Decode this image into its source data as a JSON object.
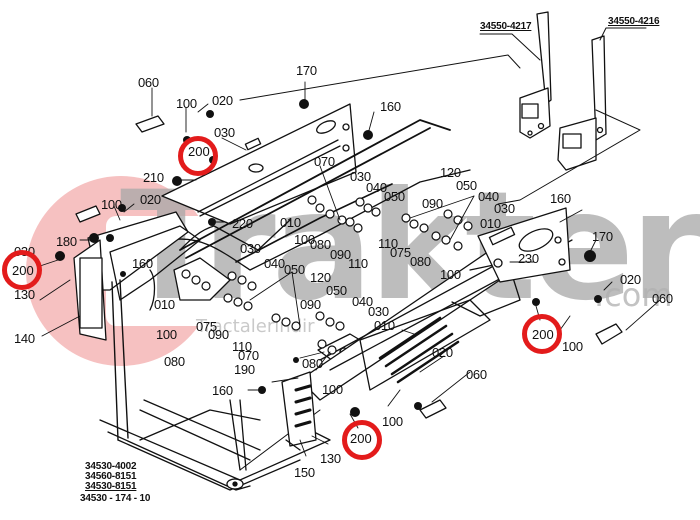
{
  "diagram": {
    "type": "exploded-parts-diagram",
    "watermark": {
      "brand": "Trakter",
      "suffix": ".com",
      "tagline": "Tractalerindir"
    },
    "part_numbers": {
      "bracket_left": "34550-4217",
      "bracket_right": "34550-4216",
      "base_group": [
        "34530-4002",
        "34560-8151",
        "34530-8151"
      ],
      "base_catalog": "34530 - 174 - 10"
    },
    "highlighted_callout": "200",
    "highlight_color": "#e31b1b",
    "callouts": [
      {
        "id": "060-top-left",
        "text": "060"
      },
      {
        "id": "100-top-left",
        "text": "100"
      },
      {
        "id": "020-top-left",
        "text": "020"
      },
      {
        "id": "030-top-left",
        "text": "030"
      },
      {
        "id": "170-top",
        "text": "170"
      },
      {
        "id": "160-top",
        "text": "160"
      },
      {
        "id": "070-top",
        "text": "070"
      },
      {
        "id": "210",
        "text": "210"
      },
      {
        "id": "220",
        "text": "220"
      },
      {
        "id": "100-left",
        "text": "100"
      },
      {
        "id": "020-left",
        "text": "020"
      },
      {
        "id": "180",
        "text": "180"
      },
      {
        "id": "030-far-left",
        "text": "030"
      },
      {
        "id": "160-left",
        "text": "160"
      },
      {
        "id": "130-left",
        "text": "130"
      },
      {
        "id": "140",
        "text": "140"
      },
      {
        "id": "030-mid",
        "text": "030"
      },
      {
        "id": "040-mid",
        "text": "040"
      },
      {
        "id": "050-mid",
        "text": "050"
      },
      {
        "id": "010-mid",
        "text": "010"
      },
      {
        "id": "100-mid",
        "text": "100"
      },
      {
        "id": "080-mid",
        "text": "080"
      },
      {
        "id": "090-mid",
        "text": "090"
      },
      {
        "id": "110-mid",
        "text": "110"
      },
      {
        "id": "120-right",
        "text": "120"
      },
      {
        "id": "050-right",
        "text": "050"
      },
      {
        "id": "040-right",
        "text": "040"
      },
      {
        "id": "030-right",
        "text": "030"
      },
      {
        "id": "090-right",
        "text": "090"
      },
      {
        "id": "010-right",
        "text": "010"
      },
      {
        "id": "110-right",
        "text": "110"
      },
      {
        "id": "075-right",
        "text": "075"
      },
      {
        "id": "080-right",
        "text": "080"
      },
      {
        "id": "100-right",
        "text": "100"
      },
      {
        "id": "160-right",
        "text": "160"
      },
      {
        "id": "170-right",
        "text": "170"
      },
      {
        "id": "230",
        "text": "230"
      },
      {
        "id": "020-far-right",
        "text": "020"
      },
      {
        "id": "060-far-right",
        "text": "060"
      },
      {
        "id": "100-far-right",
        "text": "100"
      },
      {
        "id": "010-low-left",
        "text": "010"
      },
      {
        "id": "030-low",
        "text": "030"
      },
      {
        "id": "040-low",
        "text": "040"
      },
      {
        "id": "050-low",
        "text": "050"
      },
      {
        "id": "120-low",
        "text": "120"
      },
      {
        "id": "100-low-left",
        "text": "100"
      },
      {
        "id": "075-low",
        "text": "075"
      },
      {
        "id": "090-low",
        "text": "090"
      },
      {
        "id": "110-low",
        "text": "110"
      },
      {
        "id": "080-low-left",
        "text": "080"
      },
      {
        "id": "090-low-right",
        "text": "090"
      },
      {
        "id": "050-low-right",
        "text": "050"
      },
      {
        "id": "040-low-right",
        "text": "040"
      },
      {
        "id": "030-low-right",
        "text": "030"
      },
      {
        "id": "010-low-right",
        "text": "010"
      },
      {
        "id": "070-low",
        "text": "070"
      },
      {
        "id": "190",
        "text": "190"
      },
      {
        "id": "080-bottom",
        "text": "080"
      },
      {
        "id": "100-bottom",
        "text": "100"
      },
      {
        "id": "020-bottom",
        "text": "020"
      },
      {
        "id": "060-bottom",
        "text": "060"
      },
      {
        "id": "160-bottom",
        "text": "160"
      },
      {
        "id": "100-bottom-right",
        "text": "100"
      },
      {
        "id": "130-bottom",
        "text": "130"
      },
      {
        "id": "150",
        "text": "150"
      }
    ]
  }
}
